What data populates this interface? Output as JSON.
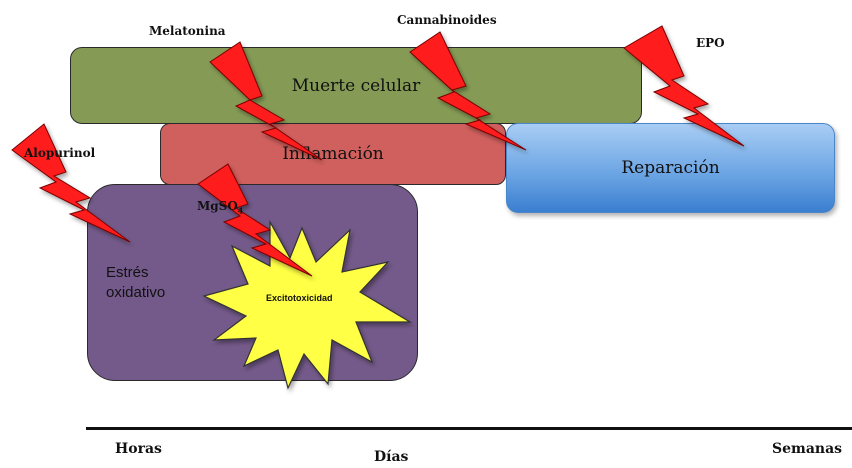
{
  "stages": {
    "muerte_celular": "Muerte celular",
    "inflamacion": "Inflamación",
    "reparacion": "Reparación",
    "estres_oxidativo": "Estrés\noxidativo",
    "excitotoxicidad": "Excitotoxicidad"
  },
  "treatments": {
    "melatonina": "Melatonina",
    "cannabinoides": "Cannabinoides",
    "epo": "EPO",
    "alopurinol": "Alopurinol",
    "mgso4": "MgSO",
    "mgso4_sub": "4"
  },
  "timeline": {
    "horas": "Horas",
    "dias": "Días",
    "semanas": "Semanas"
  },
  "colors": {
    "muerte_celular": "#859b55",
    "inflamacion": "#d0605e",
    "reparacion": "#6da6e4",
    "estres_oxidativo": "#745a8a",
    "excitotoxicidad": "#ffff44",
    "lightning": "#ff1a1a"
  },
  "icons": {
    "treatment_marker": "lightning-bolt-icon",
    "excitotoxicity_marker": "starburst-icon"
  }
}
